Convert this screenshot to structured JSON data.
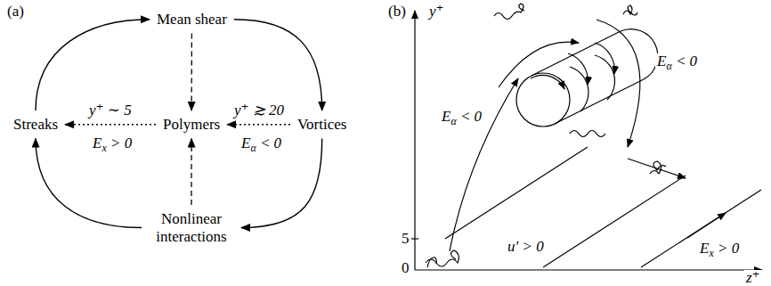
{
  "diagram": {
    "nodes": [
      {
        "text": [
          "Mean shear"
        ]
      },
      {
        "text": [
          "Streaks"
        ]
      },
      {
        "text": [
          "Polymers"
        ]
      },
      {
        "text": [
          "Vortices"
        ]
      },
      {
        "text": [
          "Nonlinear interactions"
        ]
      }
    ],
    "edges": [
      {
        "from": 0,
        "to": 2,
        "arrow": "to"
      },
      {
        "from": 4,
        "to": 2,
        "arrow": "to"
      },
      {
        "from": 2,
        "to": 1,
        "arrow": "to",
        "label": "y⁺ ∼ 5"
      },
      {
        "from": 3,
        "to": 2,
        "arrow": "to",
        "label": "y⁺ ≳ 20"
      },
      {
        "from": 1,
        "to": 0,
        "arrow": "to"
      },
      {
        "from": 0,
        "to": 3,
        "arrow": "to"
      },
      {
        "from": 3,
        "to": 4,
        "arrow": "to"
      },
      {
        "from": 4,
        "to": 1,
        "arrow": "to"
      }
    ],
    "labels": [
      "(a)",
      "Ex > 0",
      "Eα < 0",
      "(b)",
      "y⁺",
      "z⁺",
      "5",
      "0",
      "Eα < 0",
      "Eα < 0",
      "u′ > 0",
      "Ex > 0"
    ]
  }
}
